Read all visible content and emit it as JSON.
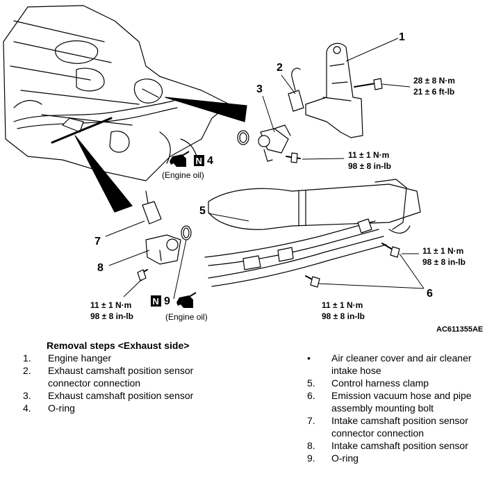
{
  "figure": {
    "callouts": [
      "1",
      "2",
      "3",
      "4",
      "5",
      "6",
      "7",
      "8",
      "9"
    ],
    "torque_1": [
      "28 ± 8 N·m",
      "21 ± 6 ft-lb"
    ],
    "torque_3": [
      "11 ± 1 N·m",
      "98 ± 8 in-lb"
    ],
    "torque_6a": [
      "11 ± 1 N·m",
      "98 ± 8 in-lb"
    ],
    "torque_6b": [
      "11 ± 1 N·m",
      "98 ± 8 in-lb"
    ],
    "torque_8": [
      "11 ± 1 N·m",
      "98 ± 8 in-lb"
    ],
    "n_symbol": "N",
    "engine_oil_note": "(Engine oil)",
    "figure_id": "AC611355AE"
  },
  "procedure": {
    "title": "Removal steps <Exhaust side>",
    "left_steps": [
      {
        "num": "1.",
        "text": "Engine hanger"
      },
      {
        "num": "2.",
        "text": "Exhaust camshaft position sensor connector connection"
      },
      {
        "num": "3.",
        "text": "Exhaust camshaft position sensor"
      },
      {
        "num": "4.",
        "text": "O-ring"
      }
    ],
    "right_steps": [
      {
        "num": "•",
        "text": "Air cleaner cover and air cleaner intake hose"
      },
      {
        "num": "5.",
        "text": "Control harness clamp"
      },
      {
        "num": "6.",
        "text": "Emission vacuum hose and pipe assembly mounting bolt"
      },
      {
        "num": "7.",
        "text": "Intake camshaft position sensor connector connection"
      },
      {
        "num": "8.",
        "text": "Intake camshaft position sensor"
      },
      {
        "num": "9.",
        "text": "O-ring"
      }
    ]
  }
}
